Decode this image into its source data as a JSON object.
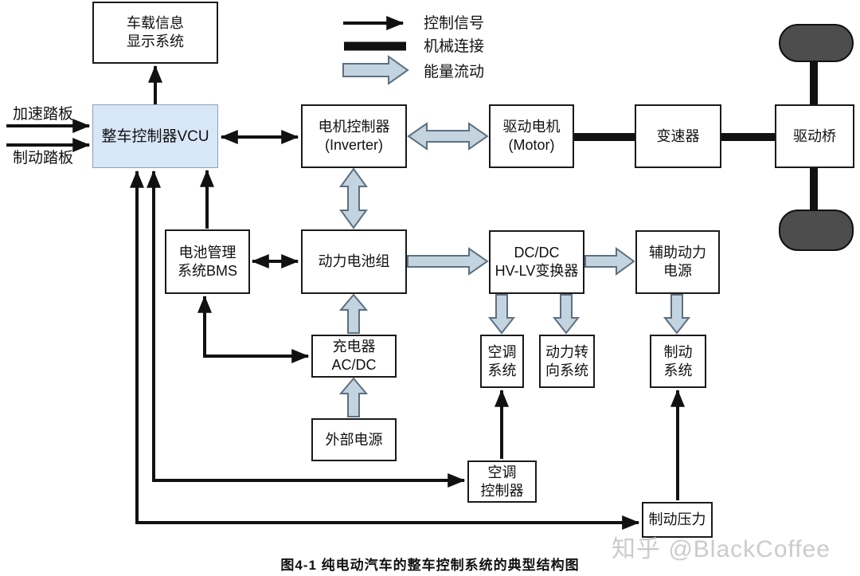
{
  "legend": {
    "control_signal": "控制信号",
    "mechanical_link": "机械连接",
    "energy_flow": "能量流动"
  },
  "inputs": {
    "accelerator_pedal": "加速踏板",
    "brake_pedal": "制动踏板"
  },
  "blocks": {
    "display": {
      "label": "车载信息\n显示系统"
    },
    "vcu": {
      "label": "整车控制器VCU"
    },
    "inverter": {
      "label": "电机控制器\n(Inverter)"
    },
    "motor": {
      "label": "驱动电机\n(Motor)"
    },
    "gearbox": {
      "label": "变速器"
    },
    "axle": {
      "label": "驱动桥"
    },
    "bms": {
      "label": "电池管理\n系统BMS"
    },
    "battery": {
      "label": "动力电池组"
    },
    "dcdc": {
      "label": "DC/DC\nHV-LV变换器"
    },
    "aux_power": {
      "label": "辅助动力\n电源"
    },
    "charger": {
      "label": "充电器\nAC/DC"
    },
    "ac_system": {
      "label": "空调\n系统"
    },
    "steering": {
      "label": "动力转\n向系统"
    },
    "brake_system": {
      "label": "制动\n系统"
    },
    "ext_power": {
      "label": "外部电源"
    },
    "ac_controller": {
      "label": "空调\n控制器"
    },
    "brake_pressure": {
      "label": "制动压力"
    }
  },
  "caption": "图4-1 纯电动汽车的整车控制系统的典型结构图",
  "watermark": "知乎 @BlackCoffee",
  "colors": {
    "vcu_fill": "#d8e7f8",
    "vcu_border": "#8d9fb3",
    "energy_fill": "#c4d3e0",
    "energy_stroke": "#5d7080",
    "wheel_fill": "#4d4d4d",
    "line_color": "#111111",
    "watermark_color": "#cbcbcb"
  }
}
